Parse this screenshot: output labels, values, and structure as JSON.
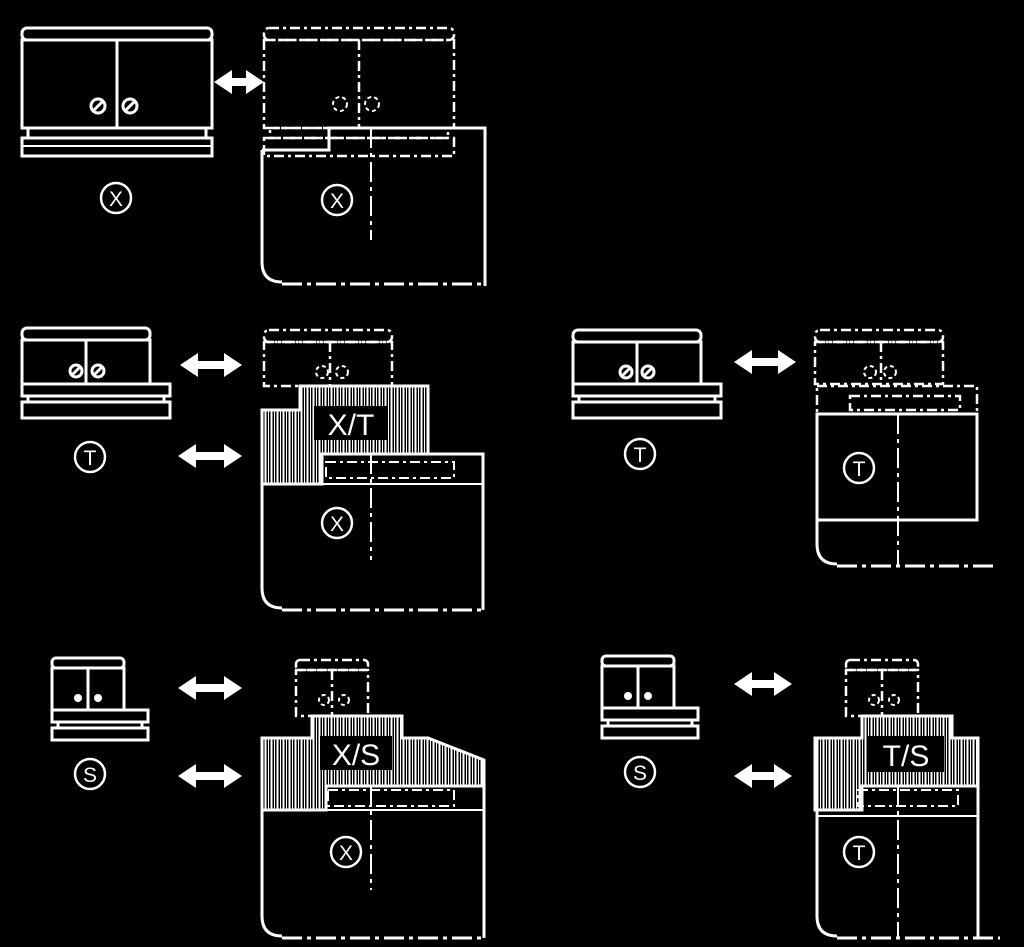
{
  "colors": {
    "background": "#000000",
    "line": "#ffffff"
  },
  "panels": [
    {
      "id": "x",
      "module_letter": "X",
      "base_letter": "X",
      "adapter_label": ""
    },
    {
      "id": "x-t",
      "module_letter": "T",
      "base_letter": "X",
      "adapter_label": "X/T"
    },
    {
      "id": "t",
      "module_letter": "T",
      "base_letter": "T",
      "adapter_label": ""
    },
    {
      "id": "x-s",
      "module_letter": "S",
      "base_letter": "X",
      "adapter_label": "X/S"
    },
    {
      "id": "t-s",
      "module_letter": "S",
      "base_letter": "T",
      "adapter_label": "T/S"
    }
  ]
}
